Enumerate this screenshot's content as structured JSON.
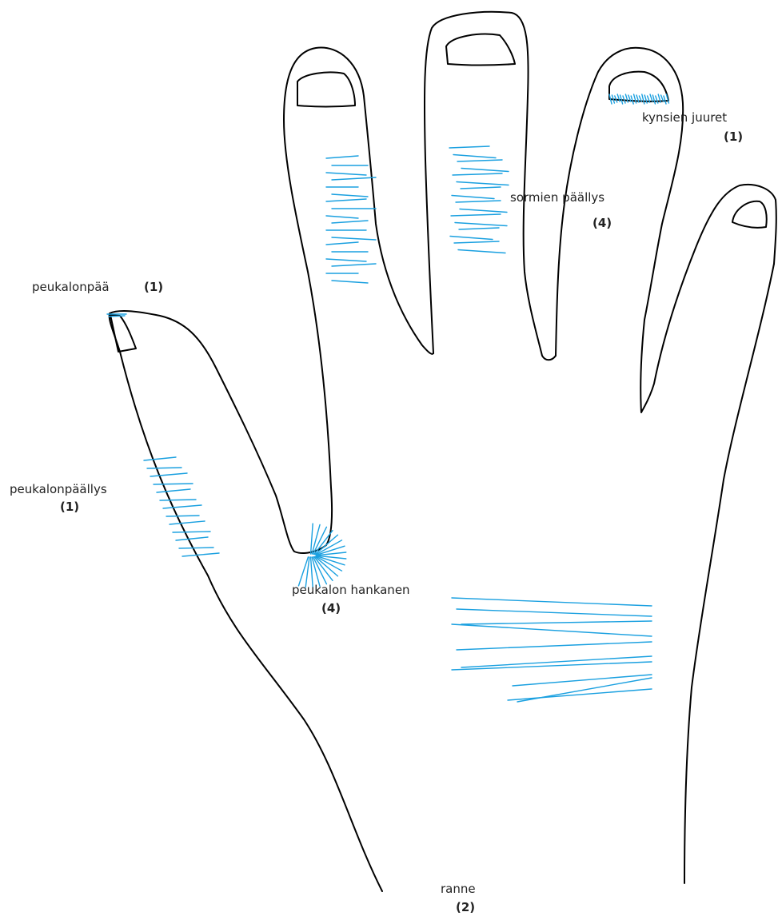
{
  "colors": {
    "outline": "#000000",
    "marking": "#1aa0e0",
    "background": "#ffffff"
  },
  "labels": {
    "thumb_tip": "peukalonpää",
    "thumb_tip_count": "(1)",
    "thumb_dorsum": "peukalonpäällys",
    "thumb_dorsum_count": "(1)",
    "thumb_web": "peukalon hankanen",
    "thumb_web_count": "(4)",
    "finger_dorsum": "sormien päällys",
    "finger_dorsum_count": "(4)",
    "nail_roots": "kynsien juuret",
    "nail_roots_count": "(1)",
    "wrist": "ranne",
    "wrist_count": "(2)"
  }
}
